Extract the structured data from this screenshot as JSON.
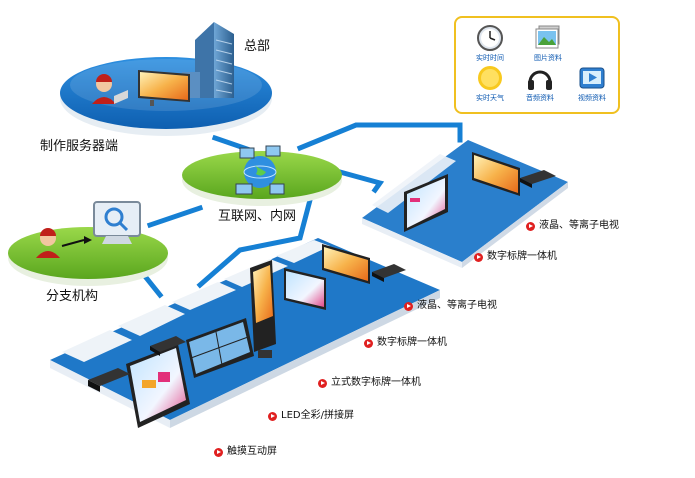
{
  "nodes": {
    "headquarters": "总部",
    "production_server": "制作服务器端",
    "network": "互联网、内网",
    "branch": "分支机构"
  },
  "terminals_upper": [
    "液晶、等离子电视",
    "数字标牌一体机"
  ],
  "terminals_lower": [
    "液晶、等离子电视",
    "数字标牌一体机",
    "立式数字标牌一体机",
    "LED全彩/拼接屏",
    "触摸互动屏"
  ],
  "legend": {
    "clock": "实时时间",
    "picture": "图片资料",
    "weather": "实时天气",
    "audio": "音频资料",
    "video": "视频资料"
  },
  "colors": {
    "platform_blue": "#1a78c8",
    "ellipse_green": "#7fc832",
    "ellipse_blue": "#1f7fd0",
    "link_blue": "#1680d4",
    "bullet_red": "#e02020",
    "legend_border": "#f0c020"
  }
}
